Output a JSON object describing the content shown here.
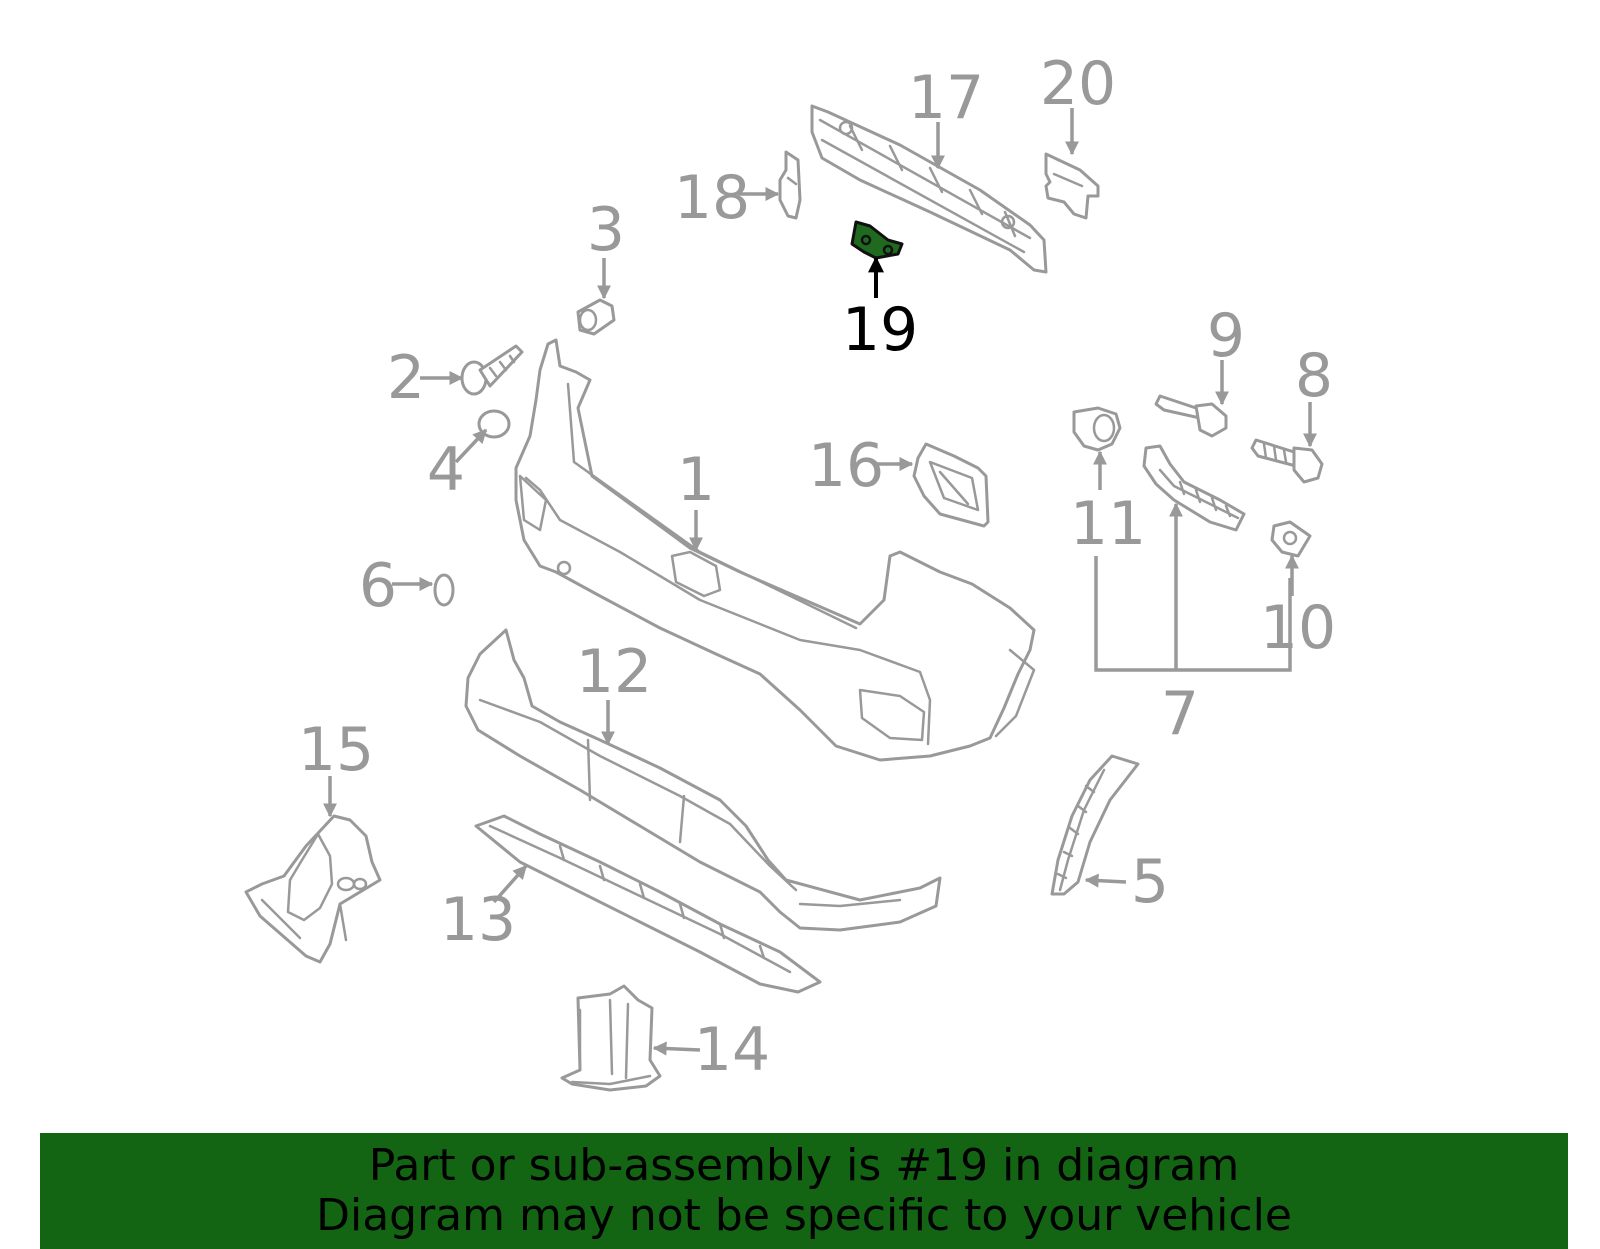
{
  "colors": {
    "part_outline": "#999999",
    "highlight_fill": "#1f6a1f",
    "highlight_outline": "#111111",
    "banner_background": "#136413",
    "banner_text": "#000000"
  },
  "diagram": {
    "highlighted_part": "19",
    "callouts": [
      {
        "id": "1",
        "label": "1"
      },
      {
        "id": "2",
        "label": "2"
      },
      {
        "id": "3",
        "label": "3"
      },
      {
        "id": "4",
        "label": "4"
      },
      {
        "id": "5",
        "label": "5"
      },
      {
        "id": "6",
        "label": "6"
      },
      {
        "id": "7",
        "label": "7"
      },
      {
        "id": "8",
        "label": "8"
      },
      {
        "id": "9",
        "label": "9"
      },
      {
        "id": "10",
        "label": "10"
      },
      {
        "id": "11",
        "label": "11"
      },
      {
        "id": "12",
        "label": "12"
      },
      {
        "id": "13",
        "label": "13"
      },
      {
        "id": "14",
        "label": "14"
      },
      {
        "id": "15",
        "label": "15"
      },
      {
        "id": "16",
        "label": "16"
      },
      {
        "id": "17",
        "label": "17"
      },
      {
        "id": "18",
        "label": "18"
      },
      {
        "id": "19",
        "label": "19"
      },
      {
        "id": "20",
        "label": "20"
      }
    ]
  },
  "banner": {
    "line1": "Part or sub-assembly is #19 in diagram",
    "line2": "Diagram may not be specific to your vehicle"
  }
}
